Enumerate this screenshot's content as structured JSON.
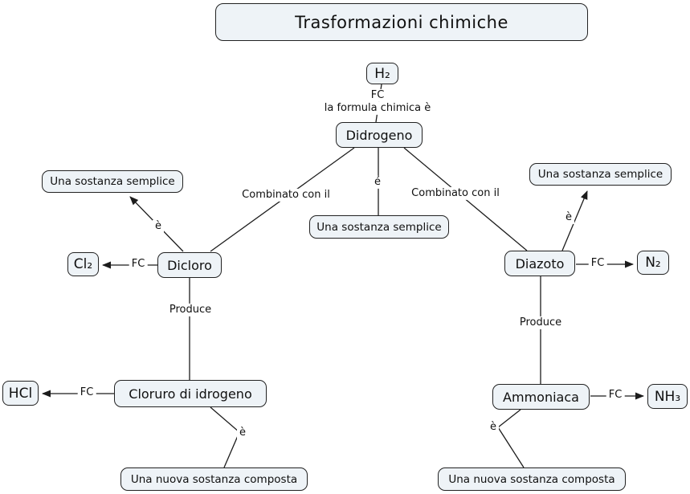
{
  "title": {
    "label": "Trasformazioni chimiche"
  },
  "nodes": {
    "h2": "H₂",
    "didrogeno": "Didrogeno",
    "uss_left": "Una sostanza semplice",
    "uss_center": "Una sostanza semplice",
    "uss_right": "Una sostanza semplice",
    "dicloro": "Dicloro",
    "cl2": "Cl₂",
    "diazoto": "Diazoto",
    "n2": "N₂",
    "cloruro": "Cloruro di idrogeno",
    "hcl": "HCl",
    "ammoniaca": "Ammoniaca",
    "nh3": "NH₃",
    "nuova_left": "Una nuova sostanza composta",
    "nuova_right": "Una nuova sostanza composta"
  },
  "link_labels": {
    "fc_top": "FC",
    "formula_top": "la formula chimica è",
    "combinato_left": "Combinato con il",
    "e_center": "é",
    "combinato_right": "Combinato con il",
    "e_left": "è",
    "e_right": "è",
    "fc_cl2": "FC",
    "fc_n2": "FC",
    "produce_left": "Produce",
    "produce_right": "Produce",
    "fc_hcl": "FC",
    "fc_nh3": "FC",
    "e_bottom_left": "è",
    "e_bottom_right": "è"
  },
  "colors": {
    "node_fill": "#eef3f7",
    "node_border": "#222222",
    "line": "#1c1c1c",
    "background": "#ffffff"
  }
}
